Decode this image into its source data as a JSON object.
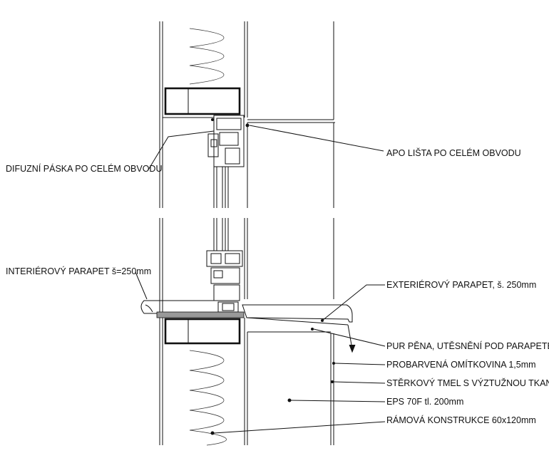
{
  "labels": {
    "difuzni": "DIFUZNÍ PÁSKA PO CELÉM OBVODU",
    "apo": "APO LIŠTA PO CELÉM OBVODU",
    "interier": "INTERIÉROVÝ PARAPET š=250mm",
    "exterier": "EXTERIÉROVÝ PARAPET, š. 250mm",
    "pur": "PUR PĚNA, UTĚSNĚNÍ POD PARAPETEM",
    "omitkovina": "PROBARVENÁ OMÍTKOVINA 1,5mm",
    "sterkovy": "STĚRKOVÝ TMEL S VÝZTUŽNOU TKANINOU",
    "eps": "EPS 70F tl. 200mm",
    "ramova": "RÁMOVÁ KONSTRUKCE 60x120mm"
  }
}
